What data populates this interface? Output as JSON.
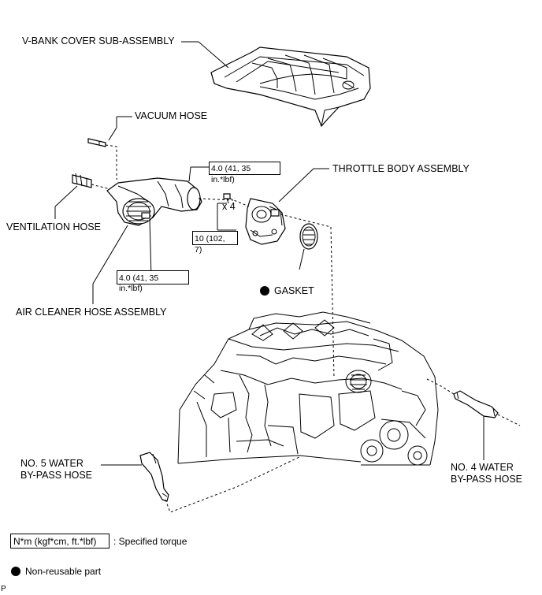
{
  "labels": {
    "vbank_cover": "V-BANK COVER SUB-ASSEMBLY",
    "vacuum_hose": "VACUUM HOSE",
    "ventilation_hose": "VENTILATION HOSE",
    "throttle_body": "THROTTLE BODY ASSEMBLY",
    "gasket": "GASKET",
    "air_cleaner_hose": "AIR CLEANER HOSE ASSEMBLY",
    "no5_line1": "NO. 5 WATER",
    "no5_line2": "BY-PASS HOSE",
    "no4_line1": "NO. 4 WATER",
    "no4_line2": "BY-PASS HOSE",
    "bolt_count": "x 4",
    "corner_mark": "P"
  },
  "torques": {
    "t1_line1": "4.0 (41, 35",
    "t1_line2": "in.*lbf)",
    "t2_line1": "10 (102,",
    "t2_line2": "7)",
    "t3_line1": "4.0 (41, 35",
    "t3_line2": "in.*lbf)"
  },
  "legend": {
    "torque_unit": "N*m (kgf*cm, ft.*lbf)",
    "torque_desc": ": Specified torque",
    "nonreusable_desc": "Non-reusable part"
  }
}
